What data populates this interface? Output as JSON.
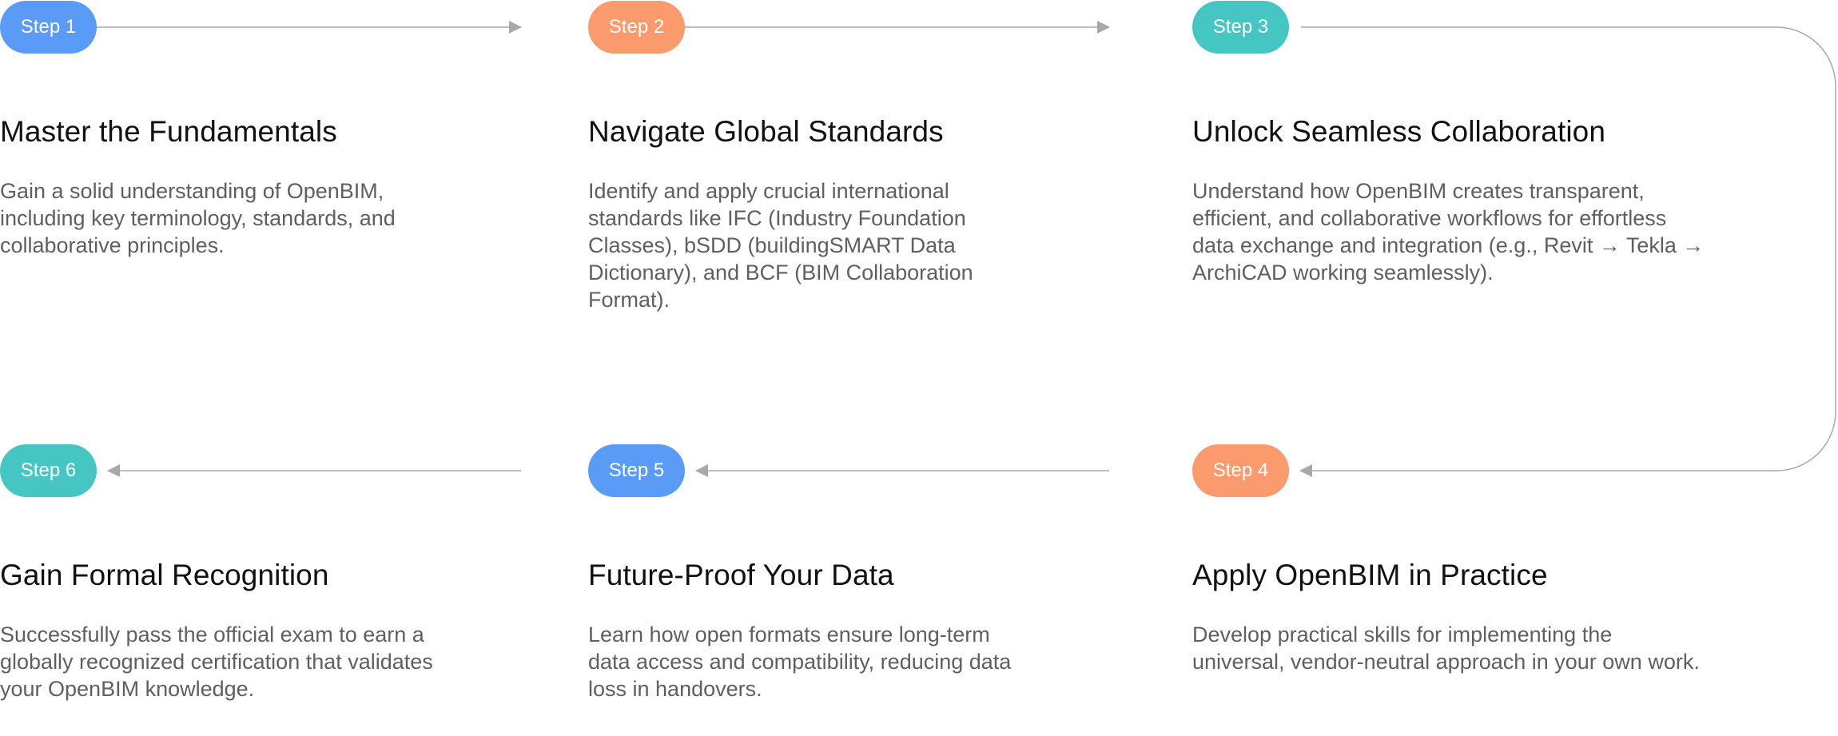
{
  "steps": [
    {
      "id": "step-1",
      "badge": "Step 1",
      "title": "Master the Fundamentals",
      "description": "Gain a solid understanding of OpenBIM, including key terminology, standards, and collaborative principles.",
      "color": "#5b9bf8"
    },
    {
      "id": "step-2",
      "badge": "Step 2",
      "title": "Navigate Global Standards",
      "description": "Identify and apply crucial international standards like IFC (Industry Foundation Classes), bSDD (buildingSMART Data Dictionary), and BCF (BIM Collaboration Format).",
      "color": "#fb9a6c"
    },
    {
      "id": "step-3",
      "badge": "Step 3",
      "title": "Unlock Seamless Collaboration",
      "description": "Understand how OpenBIM creates transparent, efficient, and collaborative workflows for effortless data exchange and integration (e.g., Revit → Tekla → ArchiCAD working seamlessly).",
      "color": "#45c6c3"
    },
    {
      "id": "step-4",
      "badge": "Step 4",
      "title": "Apply OpenBIM in Practice",
      "description": "Develop practical skills for implementing the universal, vendor-neutral approach in your own work.",
      "color": "#fb9a6c"
    },
    {
      "id": "step-5",
      "badge": "Step 5",
      "title": "Future-Proof Your Data",
      "description": "Learn how open formats ensure long-term data access and compatibility, reducing data loss in handovers.",
      "color": "#5b9bf8"
    },
    {
      "id": "step-6",
      "badge": "Step 6",
      "title": "Gain Formal Recognition",
      "description": "Successfully pass the official exam to earn a globally recognized certification that validates your OpenBIM knowledge.",
      "color": "#45c6c3"
    }
  ],
  "colors": {
    "connector": "#a8a8a8",
    "title": "#111111",
    "description": "#5f5f5f"
  },
  "icons": {
    "arrowhead": "arrowhead-icon"
  }
}
